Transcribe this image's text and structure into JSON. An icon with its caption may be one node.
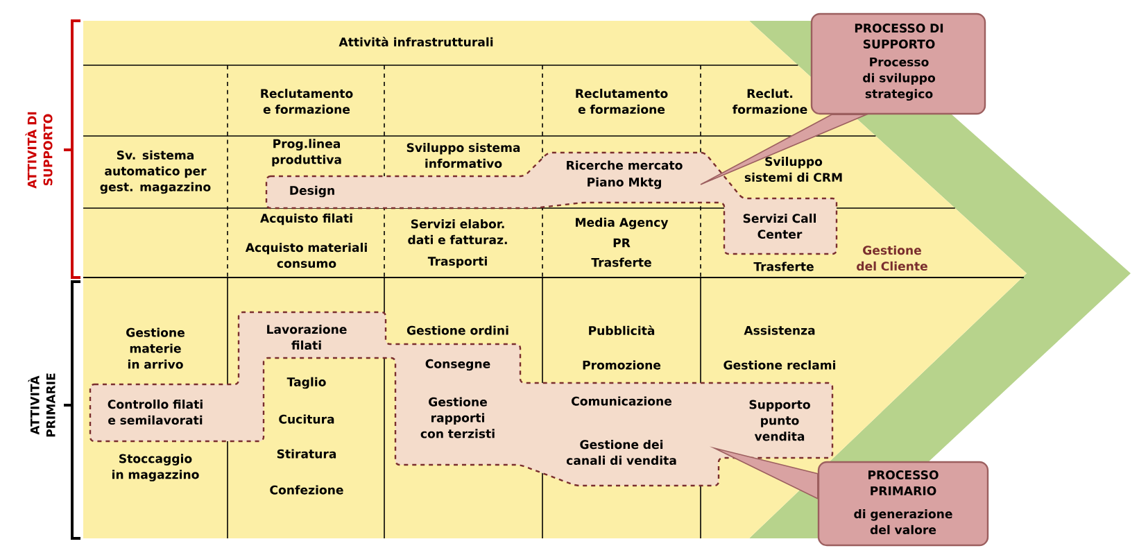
{
  "diagram": {
    "nodes": [
      {
        "text": [
          "Design",
          "Ricerche mercato",
          "Piano Mktg",
          "Servizi Call Center"
        ]
      },
      {
        "text": [
          "Controllo filati e semilavorati",
          "Lavorazione filati",
          "Consegne",
          "Gestione rapporti con terzisti",
          "Comunicazione",
          "Gestione dei canali di vendita",
          "Supporto punto vendita"
        ]
      },
      {
        "text": [
          "PROCESSO DI SUPPORTO",
          "Processo di sviluppo strategico"
        ]
      },
      {
        "text": [
          "PROCESSO PRIMARIO",
          "di generazione del valore"
        ]
      }
    ],
    "edges": [
      {
        "from": 2,
        "to": 0,
        "arrow": "none"
      },
      {
        "from": 3,
        "to": 1,
        "arrow": "none"
      }
    ],
    "labels": [
      "ATTIVITÀ DI SUPPORTO",
      "Attività infrastrutturali",
      "Reclutamento e formazione",
      "Reclutamento e formazione",
      "Reclut. formazione",
      "Sv. sistema automatico per gest. magazzino",
      "Prog.linea produttiva",
      "Sviluppo sistema informativo",
      "Sviluppo sistemi di CRM",
      "Acquisto filati",
      "Acquisto materiali consumo",
      "Servizi elabor. dati e fatturaz.",
      "Trasporti",
      "Media Agency",
      "PR",
      "Trasferte",
      "Trasferte",
      "Gestione del Cliente",
      "ATTIVITÀ PRIMARIE",
      "Gestione materie in arrivo",
      "Stoccaggio in magazzino",
      "Taglio",
      "Cucitura",
      "Stiratura",
      "Confezione",
      "Gestione ordini",
      "Pubblicità",
      "Promozione",
      "Assistenza",
      "Gestione reclami"
    ]
  }
}
